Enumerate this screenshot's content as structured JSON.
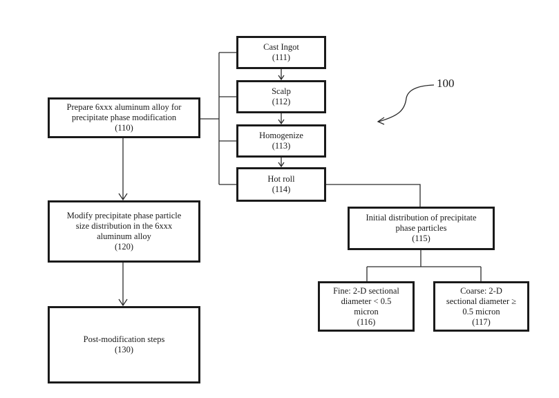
{
  "figure": {
    "reference_label": "100",
    "nodes": [
      {
        "id": "110",
        "lines": [
          "Prepare 6xxx aluminum alloy for",
          "precipitate phase modification"
        ],
        "ref": "(110)"
      },
      {
        "id": "111",
        "lines": [
          "Cast Ingot"
        ],
        "ref": "(111)"
      },
      {
        "id": "112",
        "lines": [
          "Scalp"
        ],
        "ref": "(112)"
      },
      {
        "id": "113",
        "lines": [
          "Homogenize"
        ],
        "ref": "(113)"
      },
      {
        "id": "114",
        "lines": [
          "Hot roll"
        ],
        "ref": "(114)"
      },
      {
        "id": "115",
        "lines": [
          "Initial distribution of precipitate",
          "phase particles"
        ],
        "ref": "(115)"
      },
      {
        "id": "116",
        "lines": [
          "Fine: 2-D sectional",
          "diameter < 0.5",
          "micron"
        ],
        "ref": "(116)"
      },
      {
        "id": "117",
        "lines": [
          "Coarse: 2-D",
          "sectional diameter ≥",
          "0.5 micron"
        ],
        "ref": "(117)"
      },
      {
        "id": "120",
        "lines": [
          "Modify precipitate phase particle",
          "size distribution in the 6xxx",
          "aluminum alloy"
        ],
        "ref": "(120)"
      },
      {
        "id": "130",
        "lines": [
          "Post-modification steps"
        ],
        "ref": "(130)"
      }
    ],
    "edges": [
      {
        "from": "110",
        "to": "120",
        "type": "arrow"
      },
      {
        "from": "120",
        "to": "130",
        "type": "arrow"
      },
      {
        "from": "111",
        "to": "112",
        "type": "arrow"
      },
      {
        "from": "112",
        "to": "113",
        "type": "arrow"
      },
      {
        "from": "113",
        "to": "114",
        "type": "arrow"
      },
      {
        "from": "110",
        "to": [
          "111",
          "112",
          "113",
          "114"
        ],
        "type": "bracket"
      },
      {
        "from": "114",
        "to": "115",
        "type": "elbow"
      },
      {
        "from": "115",
        "to": [
          "116",
          "117"
        ],
        "type": "branch"
      }
    ]
  }
}
